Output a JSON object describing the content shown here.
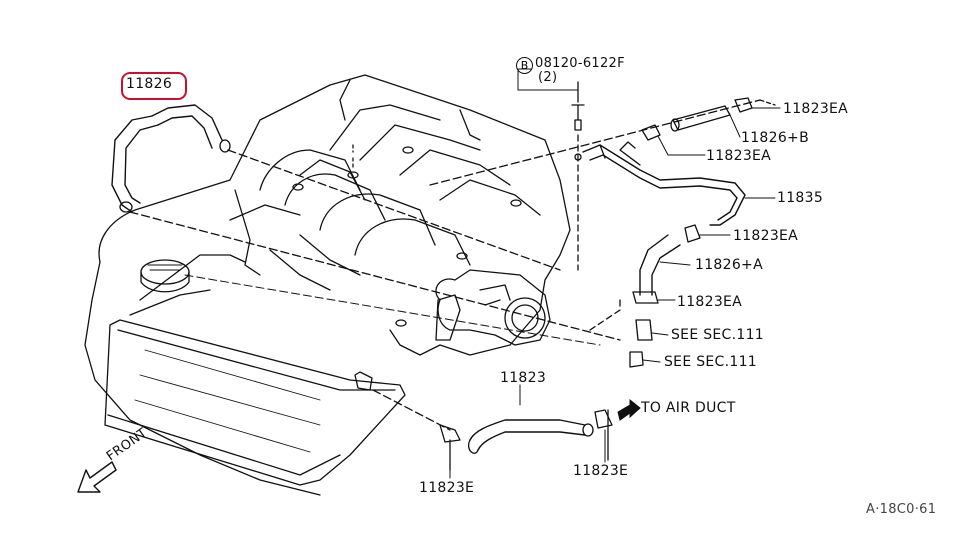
{
  "labels": {
    "part_11826": "11826",
    "bolt_symbol": "B",
    "bolt_part": "08120-6122F",
    "bolt_qty": "(2)",
    "clamp_top": "11823EA",
    "hose_11826b": "11826+B",
    "clamp_b": "11823EA",
    "tube_11835": "11835",
    "clamp_c": "11823EA",
    "hose_11826a": "11826+A",
    "clamp_d": "11823EA",
    "see_sec_1": "SEE SEC.111",
    "see_sec_2": "SEE SEC.111",
    "hose_11823": "11823",
    "to_air_duct": "TO AIR DUCT",
    "clamp_e_right": "11823E",
    "clamp_e_left": "11823E",
    "front": "FRONT",
    "diagram_code": "A·18C0·61"
  },
  "colors": {
    "line": "#111111",
    "highlight": "#c8102e"
  }
}
